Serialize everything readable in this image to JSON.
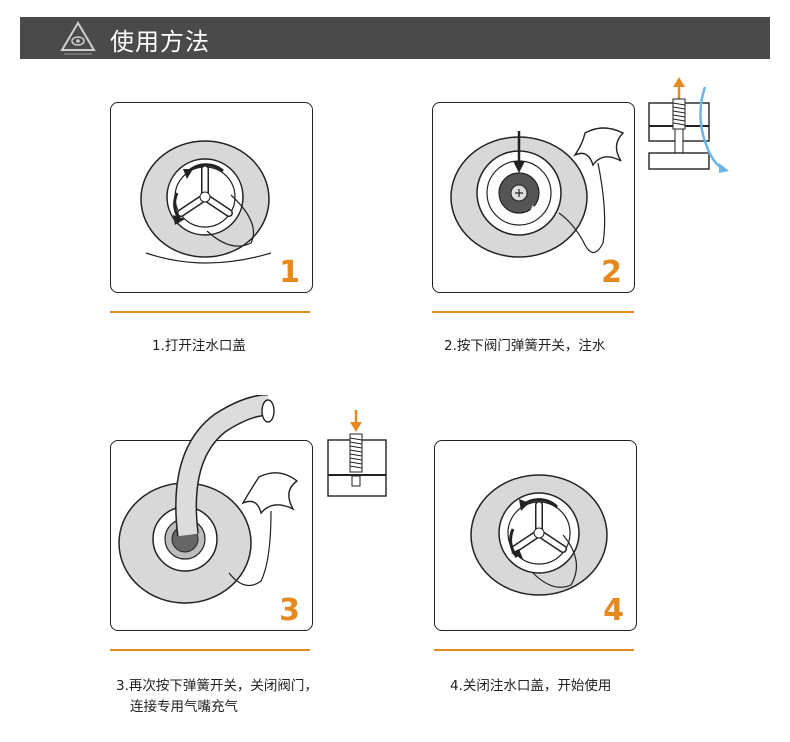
{
  "header": {
    "title": "使用方法",
    "logo_icon": "triangle-eye-logo-icon"
  },
  "steps": [
    {
      "number": "1",
      "caption": "1.打开注水口盖"
    },
    {
      "number": "2",
      "caption": "2.按下阀门弹簧开关，注水"
    },
    {
      "number": "3",
      "caption_line1": "3.再次按下弹簧开关，关闭阀门，",
      "caption_line2": "连接专用气嘴充气"
    },
    {
      "number": "4",
      "caption": "4.关闭注水口盖，开始使用"
    }
  ],
  "colors": {
    "header_bg": "#4a4a4a",
    "accent_orange": "#e58a1f",
    "water_blue": "#6bb6e6",
    "outline": "#222222",
    "ring_fill": "#d8d8d8"
  }
}
